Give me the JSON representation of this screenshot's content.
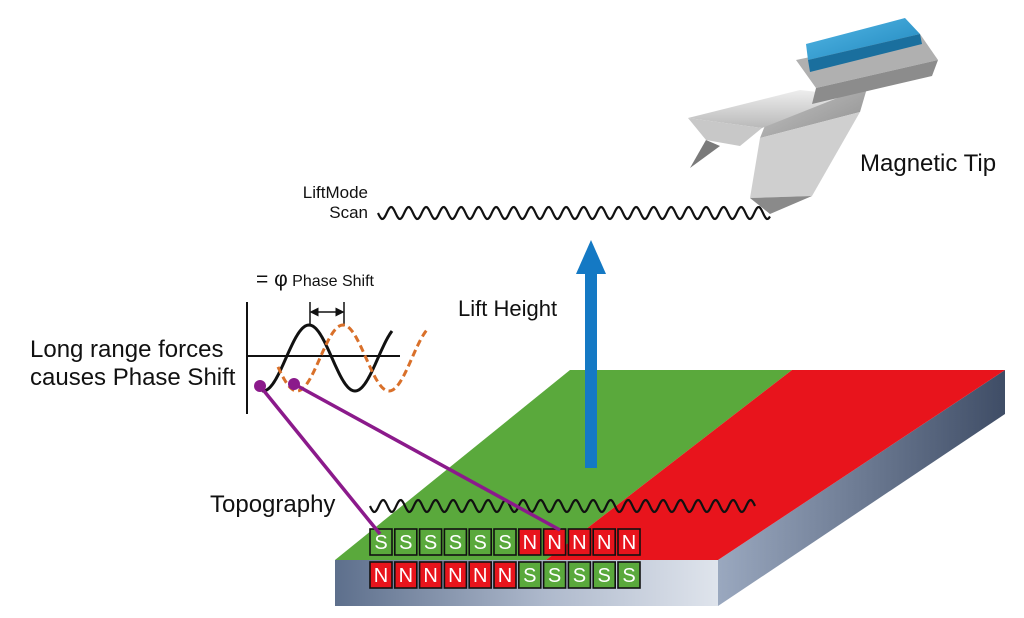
{
  "labels": {
    "magnetic_tip": "Magnetic Tip",
    "liftmode_line1": "LiftMode",
    "liftmode_line2": "Scan",
    "lift_height": "Lift Height",
    "phase_shift_symbol": "= φ",
    "phase_shift_text": "Phase Shift",
    "long_range_line1": "Long range forces",
    "long_range_line2": "causes Phase Shift",
    "topography": "Topography"
  },
  "magnet_row_top": [
    "S",
    "S",
    "S",
    "S",
    "S",
    "S",
    "N",
    "N",
    "N",
    "N",
    "N"
  ],
  "magnet_row_bottom": [
    "N",
    "N",
    "N",
    "N",
    "N",
    "N",
    "S",
    "S",
    "S",
    "S",
    "S"
  ],
  "colors": {
    "north": "#e8141c",
    "south": "#5aa93c",
    "arrow": "#1479c4",
    "connector": "#8b1a8b",
    "shifted_wave": "#d9702a",
    "tip_blue": "#2e9fd6"
  }
}
